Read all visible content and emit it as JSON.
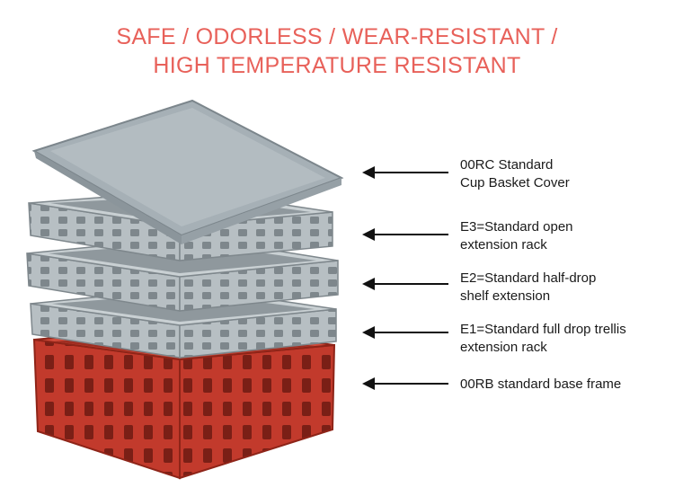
{
  "headline": {
    "line1": "SAFE / ODORLESS / WEAR-RESISTANT /",
    "line2": "HIGH TEMPERATURE RESISTANT"
  },
  "colors": {
    "headline": "#e8615a",
    "cover": "#aab4ba",
    "extension": "#b9c1c5",
    "base": "#c0392b",
    "arrow": "#111111",
    "label_text": "#1a1a1a"
  },
  "components": [
    {
      "line1": "00RC Standard",
      "line2": "Cup Basket Cover"
    },
    {
      "line1": "E3=Standard open",
      "line2": "extension rack"
    },
    {
      "line1": "E2=Standard half-drop",
      "line2": "shelf extension"
    },
    {
      "line1": "E1=Standard full drop trellis",
      "line2": "extension rack"
    },
    {
      "line1": "00RB standard base frame",
      "line2": ""
    }
  ]
}
